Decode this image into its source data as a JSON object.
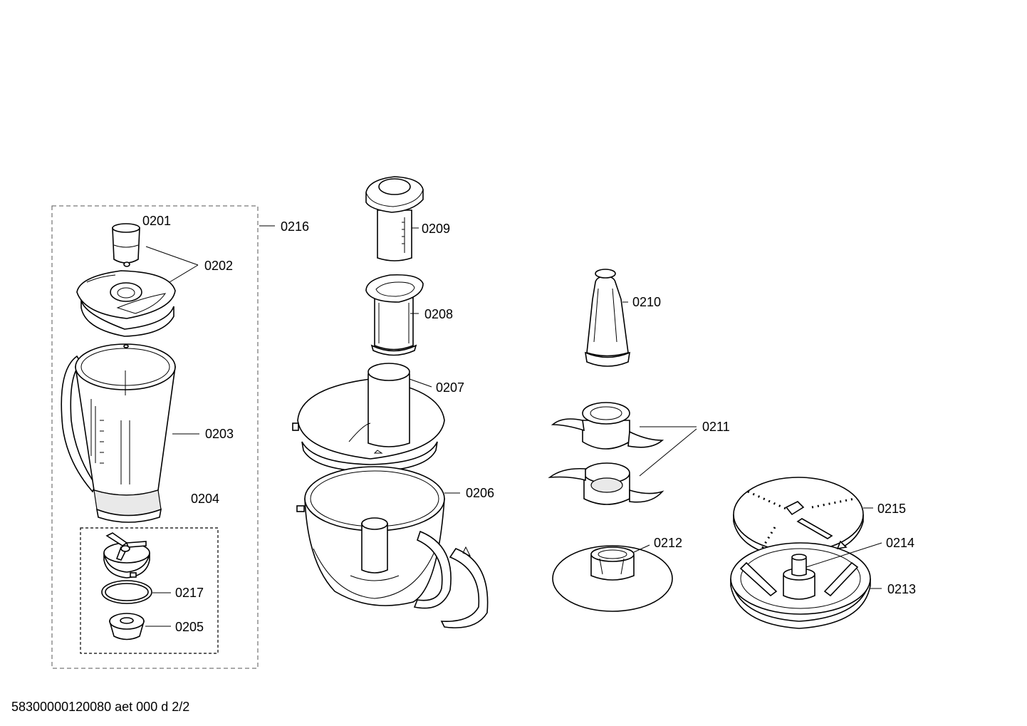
{
  "labels": {
    "p0201": "0201",
    "p0202": "0202",
    "p0203": "0203",
    "p0204": "0204",
    "p0205": "0205",
    "p0206": "0206",
    "p0207": "0207",
    "p0208": "0208",
    "p0209": "0209",
    "p0210": "0210",
    "p0211": "0211",
    "p0212": "0212",
    "p0213": "0213",
    "p0214": "0214",
    "p0215": "0215",
    "p0216": "0216",
    "p0217": "0217"
  },
  "footer": {
    "code": "58300000120080 aet 000 d 2/2"
  }
}
